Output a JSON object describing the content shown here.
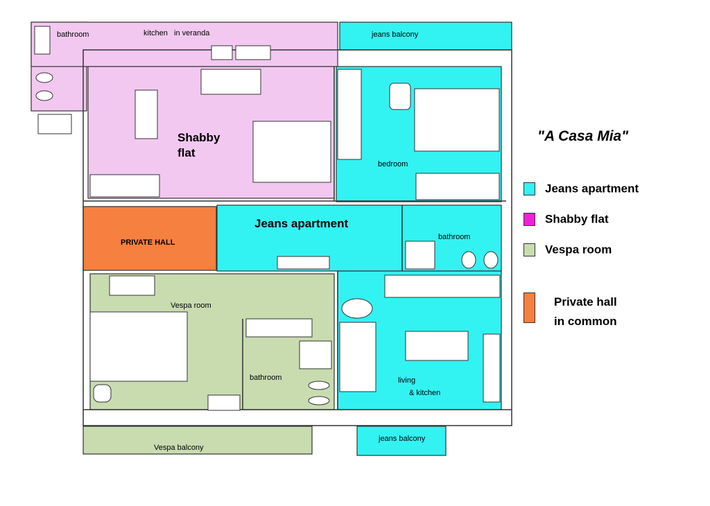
{
  "title": "\"A Casa Mia\"",
  "colors": {
    "jeans": "#33f2f2",
    "shabby": "#f2c8f0",
    "vespa": "#c8dcb0",
    "private_hall": "#f58040",
    "shabby_swatch": "#f022d8"
  },
  "rooms": {
    "bathroom_top": "bathroom",
    "kitchen_veranda": "kitchen   in veranda",
    "jeans_balcony_top": "jeans balcony",
    "shabby_flat_1": "Shabby",
    "shabby_flat_2": "flat",
    "bedroom": "bedroom",
    "jeans_apartment": "Jeans apartment",
    "private_hall": "PRIVATE HALL",
    "bathroom_right": "bathroom",
    "vespa_room": "Vespa room",
    "bathroom_bottom": "bathroom",
    "living_1": "living",
    "living_2": "& kitchen",
    "vespa_balcony": "Vespa balcony",
    "jeans_balcony_bottom": "jeans balcony"
  },
  "legend": {
    "jeans": "Jeans apartment",
    "shabby": "Shabby flat",
    "vespa": "Vespa room",
    "hall_1": "Private hall",
    "hall_2": "in common"
  }
}
